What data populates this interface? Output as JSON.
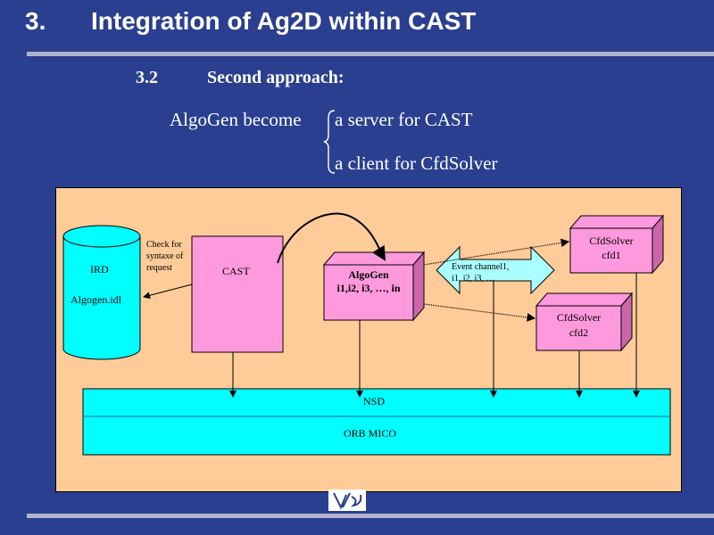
{
  "header": {
    "number": "3.",
    "title": "Integration of Ag2D within CAST"
  },
  "section": {
    "number": "3.2",
    "title": "Second approach:"
  },
  "statement": {
    "subject": "AlgoGen become",
    "item1": "a server for CAST",
    "item2": "a client for CfdSolver"
  },
  "diagram": {
    "ird_label": "IRD",
    "idl_file": "Algogen.idl",
    "check_note": [
      "Check for",
      "syntaxe of",
      "request"
    ],
    "cast_label": "CAST",
    "algogen_title": "AlgoGen",
    "algogen_params": "i1,i2, i3, …, in",
    "event_channel": "Event channel1,",
    "event_params": "i1, i2, i3, …",
    "cfd1_title": "CfdSolver",
    "cfd1_id": "cfd1",
    "cfd2_title": "CfdSolver",
    "cfd2_id": "cfd2",
    "nsd_label": "NSD",
    "orb_label": "ORB MICO"
  },
  "colors": {
    "background": "#2a3f8f",
    "diagram_bg": "#ffcc99",
    "box_pink": "#ff99dd",
    "bus_cyan": "#00ffff",
    "event_arrow": "#aaffff"
  },
  "icons": {
    "logo": "institution-logo-icon"
  }
}
